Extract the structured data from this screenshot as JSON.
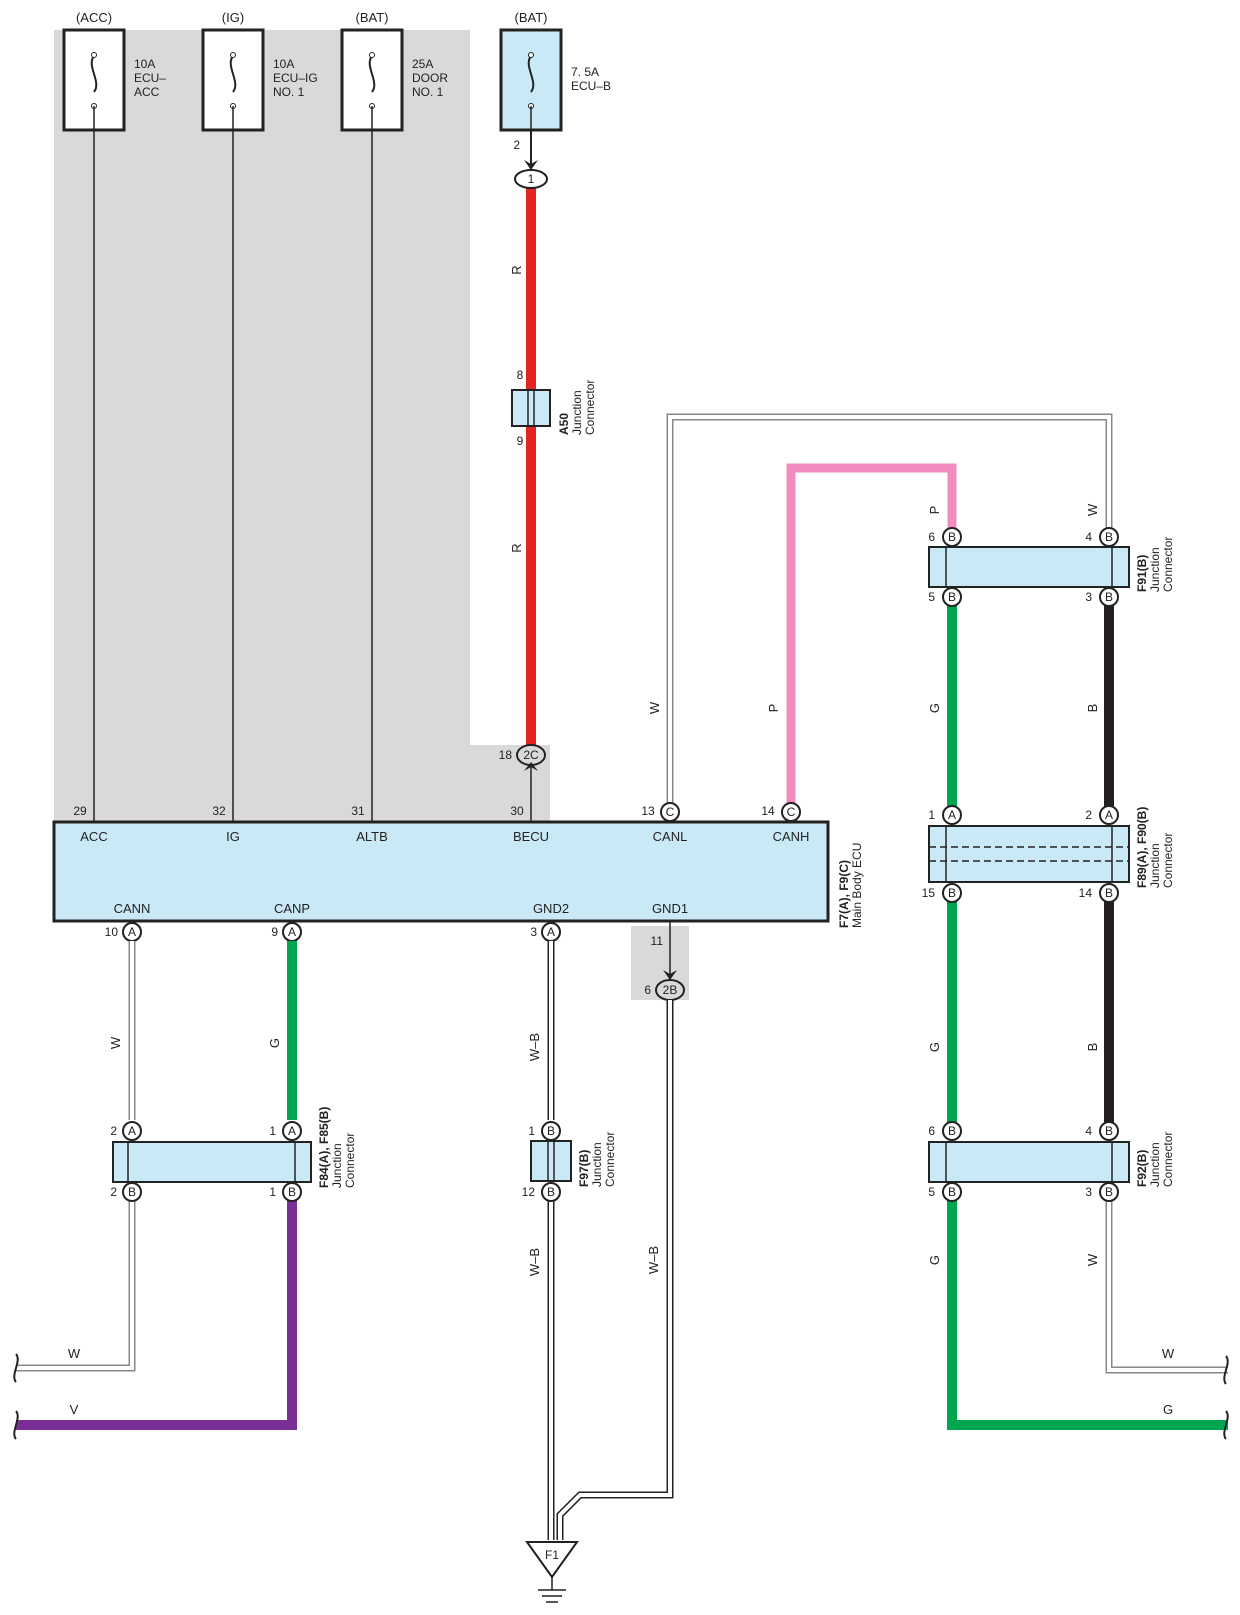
{
  "colors": {
    "shade": "#d9d9da",
    "box_fill": "#c9e9f7",
    "red": "#e32421",
    "pink": "#f08cc0",
    "green": "#00a550",
    "black": "#231f20",
    "violet": "#7a2f96",
    "white_wire": "#ffffff",
    "outline": "#222222"
  },
  "fuses": [
    {
      "source": "(ACC)",
      "rating": "10A",
      "name1": "ECU–",
      "name2": "ACC"
    },
    {
      "source": "(IG)",
      "rating": "10A",
      "name1": "ECU–IG",
      "name2": "NO. 1"
    },
    {
      "source": "(BAT)",
      "rating": "25A",
      "name1": "DOOR",
      "name2": "NO. 1"
    },
    {
      "source": "(BAT)",
      "rating": "7. 5A",
      "name1": "ECU–B",
      "name2": ""
    }
  ],
  "ecu": {
    "name_line1": "F7(A), F9(C)",
    "name_line2": "Main Body ECU",
    "top_terminals": [
      {
        "pin": "29",
        "name": "ACC",
        "conn": ""
      },
      {
        "pin": "32",
        "name": "IG",
        "conn": ""
      },
      {
        "pin": "31",
        "name": "ALTB",
        "conn": ""
      },
      {
        "pin": "30",
        "name": "BECU",
        "conn": ""
      },
      {
        "pin": "13",
        "name": "CANL",
        "conn": "C"
      },
      {
        "pin": "14",
        "name": "CANH",
        "conn": "C"
      }
    ],
    "bottom_terminals": [
      {
        "pin": "10",
        "name": "CANN",
        "conn": "A"
      },
      {
        "pin": "9",
        "name": "CANP",
        "conn": "A"
      },
      {
        "pin": "3",
        "name": "GND2",
        "conn": "A"
      },
      {
        "pin": "11",
        "name": "GND1",
        "conn": ""
      }
    ]
  },
  "junctions": {
    "j1": {
      "pin": "2",
      "label": "1"
    },
    "j2c": {
      "pin": "18",
      "label": "2C"
    },
    "j2b": {
      "pin": "6",
      "label": "2B"
    }
  },
  "connectors": {
    "a50": {
      "id": "A50",
      "desc1": "Junction",
      "desc2": "Connector",
      "pin_top": "8",
      "pin_bottom": "9"
    },
    "f91": {
      "id": "F91(B)",
      "desc1": "Junction",
      "desc2": "Connector",
      "pins": {
        "tl": "6",
        "tr": "4",
        "bl": "5",
        "br": "3"
      },
      "conn": "B"
    },
    "f89": {
      "id": "F89(A), F90(B)",
      "desc1": "Junction",
      "desc2": "Connector",
      "pins": {
        "tl": "1",
        "tr": "2",
        "bl": "15",
        "br": "14"
      },
      "conn_top": "A",
      "conn_bottom": "B"
    },
    "f92": {
      "id": "F92(B)",
      "desc1": "Junction",
      "desc2": "Connector",
      "pins": {
        "tl": "6",
        "tr": "4",
        "bl": "5",
        "br": "3"
      },
      "conn": "B"
    },
    "f84": {
      "id": "F84(A), F85(B)",
      "desc1": "Junction",
      "desc2": "Connector",
      "pins": {
        "tl": "2",
        "tr": "1",
        "bl": "2",
        "br": "1"
      },
      "conn_top": "A",
      "conn_bottom": "B"
    },
    "f97": {
      "id": "F97(B)",
      "desc1": "Junction",
      "desc2": "Connector",
      "pins": {
        "top": "1",
        "bottom": "12"
      },
      "conn": "B"
    }
  },
  "wire_labels": {
    "red1": "R",
    "red2": "R",
    "canl": "W",
    "canh": "P",
    "f91_left_top": "P",
    "f91_right_top": "W",
    "green_mid": "G",
    "black_mid": "B",
    "green_low": "G",
    "black_low": "B",
    "f92_green": "G",
    "f92_white": "W",
    "out_white_right": "W",
    "out_green_right": "G",
    "cann_w": "W",
    "canp_g": "G",
    "gnd2_a": "W–B",
    "gnd2_b": "W–B",
    "gnd1": "W–B",
    "out_white_left": "W",
    "out_violet_left": "V"
  },
  "ground": {
    "label": "F1"
  }
}
